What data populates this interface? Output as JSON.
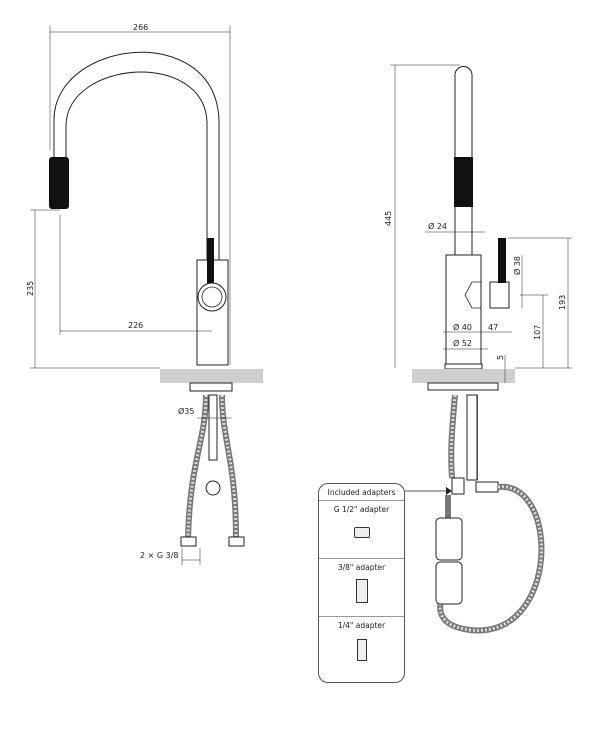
{
  "front_view": {
    "dim_width": "266",
    "dim_height": "235",
    "dim_reach": "226",
    "dim_hole": "Ø35",
    "dim_connections": "2 × G 3/8"
  },
  "side_view": {
    "dim_total_height": "445",
    "dim_tube": "Ø 24",
    "dim_handle": "Ø 38",
    "dim_body": "Ø 40",
    "dim_base": "Ø 52",
    "dim_handle_offset": "47",
    "dim_base_thickness": "5",
    "dim_handle_height": "107",
    "dim_lever_height": "193"
  },
  "adapters": {
    "title": "Included adapters",
    "items": [
      {
        "label": "G 1/2\" adapter"
      },
      {
        "label": "3/8\" adapter"
      },
      {
        "label": "1/4\" adapter"
      }
    ]
  }
}
